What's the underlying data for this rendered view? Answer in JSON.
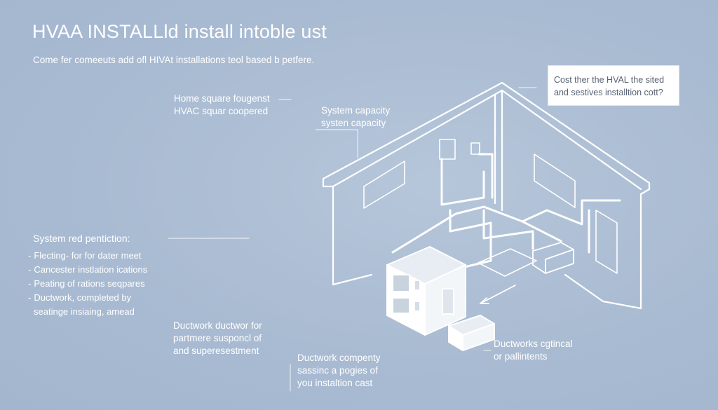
{
  "header": {
    "title": "HVAA INSTALLld install intoble ust",
    "subtitle": "Come fer comeeuts add ofl HIVAt installations teol based b petfere."
  },
  "callouts": {
    "home_square": [
      "Home square fougenst",
      "HVAC squar coopered"
    ],
    "system_capacity": [
      "System capacity",
      "systen capacity"
    ],
    "cost_box": [
      "Cost ther the HVAL the sited",
      "and sestives installtion cott?"
    ],
    "ductwork_left": [
      "Ductwork ductwor for",
      "partmere susponcl of",
      "and superesestment"
    ],
    "ductwork_company": [
      "Ductwork compenty",
      "sassinc a pogies of",
      "you instaltion cast"
    ],
    "ductwork_right": [
      "Ductworks cgtincal",
      "or pallintents"
    ]
  },
  "requirements": {
    "title": "System red pentiction:",
    "bullet": "-",
    "items": [
      "Flecting- for for dater meet",
      "Cancester instlation ications",
      "Peating of rations seqpares",
      "Ductwork, completed by"
    ],
    "item_continuation": "seatinge insiaing, amead"
  },
  "colors": {
    "background": "#a9bbd2",
    "line": "#ffffff",
    "text": "#ffffff",
    "box_text": "#566273"
  }
}
